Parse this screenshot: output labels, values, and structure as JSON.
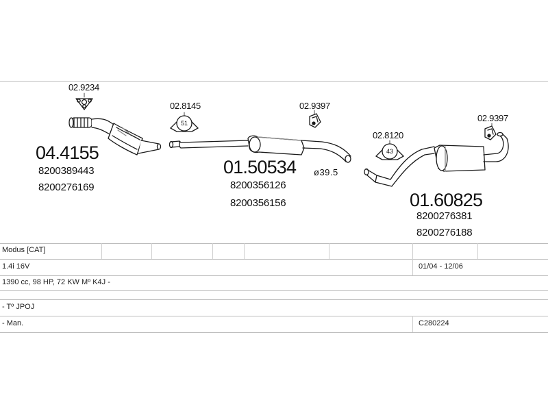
{
  "refs": {
    "clamp_a": "02.9234",
    "clamp_b": "02.8145",
    "hanger_a": "02.9397",
    "clamp_c": "02.8120",
    "hanger_b": "02.9397"
  },
  "badges": {
    "clamp_b_size": "51",
    "clamp_c_size": "43"
  },
  "parts": [
    {
      "number": "04.4155",
      "oe": [
        "8200389443",
        "8200276169"
      ]
    },
    {
      "number": "01.50534",
      "oe": [
        "8200356126",
        "8200356156"
      ]
    },
    {
      "number": "01.60825",
      "oe": [
        "8200276381",
        "8200276188"
      ]
    }
  ],
  "diameter": "ø39.5",
  "spec": {
    "model": "Modus  [CAT]",
    "engine": "1.4i 16V",
    "period": "01/04 - 12/06",
    "details": "1390 cc, 98 HP, 72 KW  Mº K4J -",
    "type": "- Tº JPOJ",
    "gearbox": "- Man.",
    "code": "C280224"
  },
  "colors": {
    "line": "#1a1a1a",
    "fill": "#ffffff",
    "shade": "#8a8a8a",
    "grid": "#bdbdbd"
  }
}
